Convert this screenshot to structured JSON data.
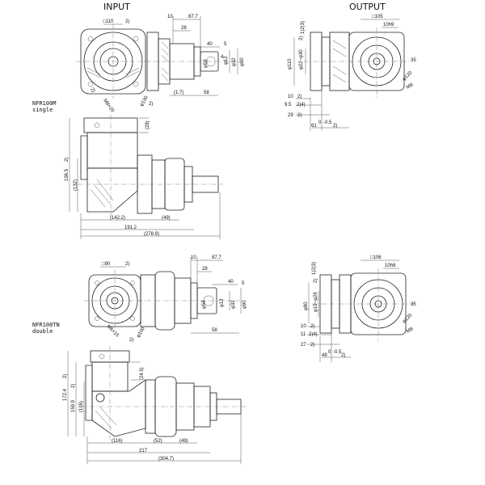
{
  "headers": {
    "input": "INPUT",
    "output": "OUTPUT"
  },
  "models": [
    {
      "name": "NFR100M",
      "type": "single"
    },
    {
      "name": "NFR100TN",
      "type": "double"
    }
  ],
  "single": {
    "input_dims": [
      "□110",
      "2)",
      "10",
      "87.7",
      "28",
      "40",
      "5",
      "φ58",
      "4",
      "φ12",
      "φ32",
      "φ90",
      "φ130",
      "M8×20",
      "2)",
      "2)",
      "(1.7)",
      "58"
    ],
    "output_dims": [
      "□105",
      "1)2)3)",
      "10h9",
      "φ110",
      "φ22~φ30",
      "2)",
      "35",
      "φ120",
      "M8",
      "10",
      "2)",
      "9.5",
      "2)4)",
      "29",
      "2)",
      "61",
      "0",
      "-0.5",
      "2)"
    ],
    "side_dims": [
      "(28)",
      "196.5",
      "2)",
      "(132)",
      "(142.2)",
      "(49)",
      "191.2",
      "(278.9)"
    ]
  },
  "double": {
    "input_dims": [
      "□90",
      "2)",
      "10",
      "87.7",
      "28",
      "40",
      "5",
      "φ58",
      "φ12",
      "φ32",
      "φ90",
      "φ100",
      "M6×15",
      "2)",
      "58"
    ],
    "output_dims": [
      "□106",
      "1)2)3)",
      "10h9",
      "φ80",
      "φ19~φ24",
      "2)",
      "35",
      "φ120",
      "M8",
      "10",
      "2)",
      "11",
      "2)4)",
      "27",
      "2)",
      "49",
      "0",
      "-0.5",
      "2)"
    ],
    "side_dims": [
      "(24.5)",
      "172.4",
      "2)",
      "159.9",
      "2)",
      "(105)",
      "(116)",
      "(52)",
      "(49)",
      "217",
      "(304.7)"
    ]
  }
}
